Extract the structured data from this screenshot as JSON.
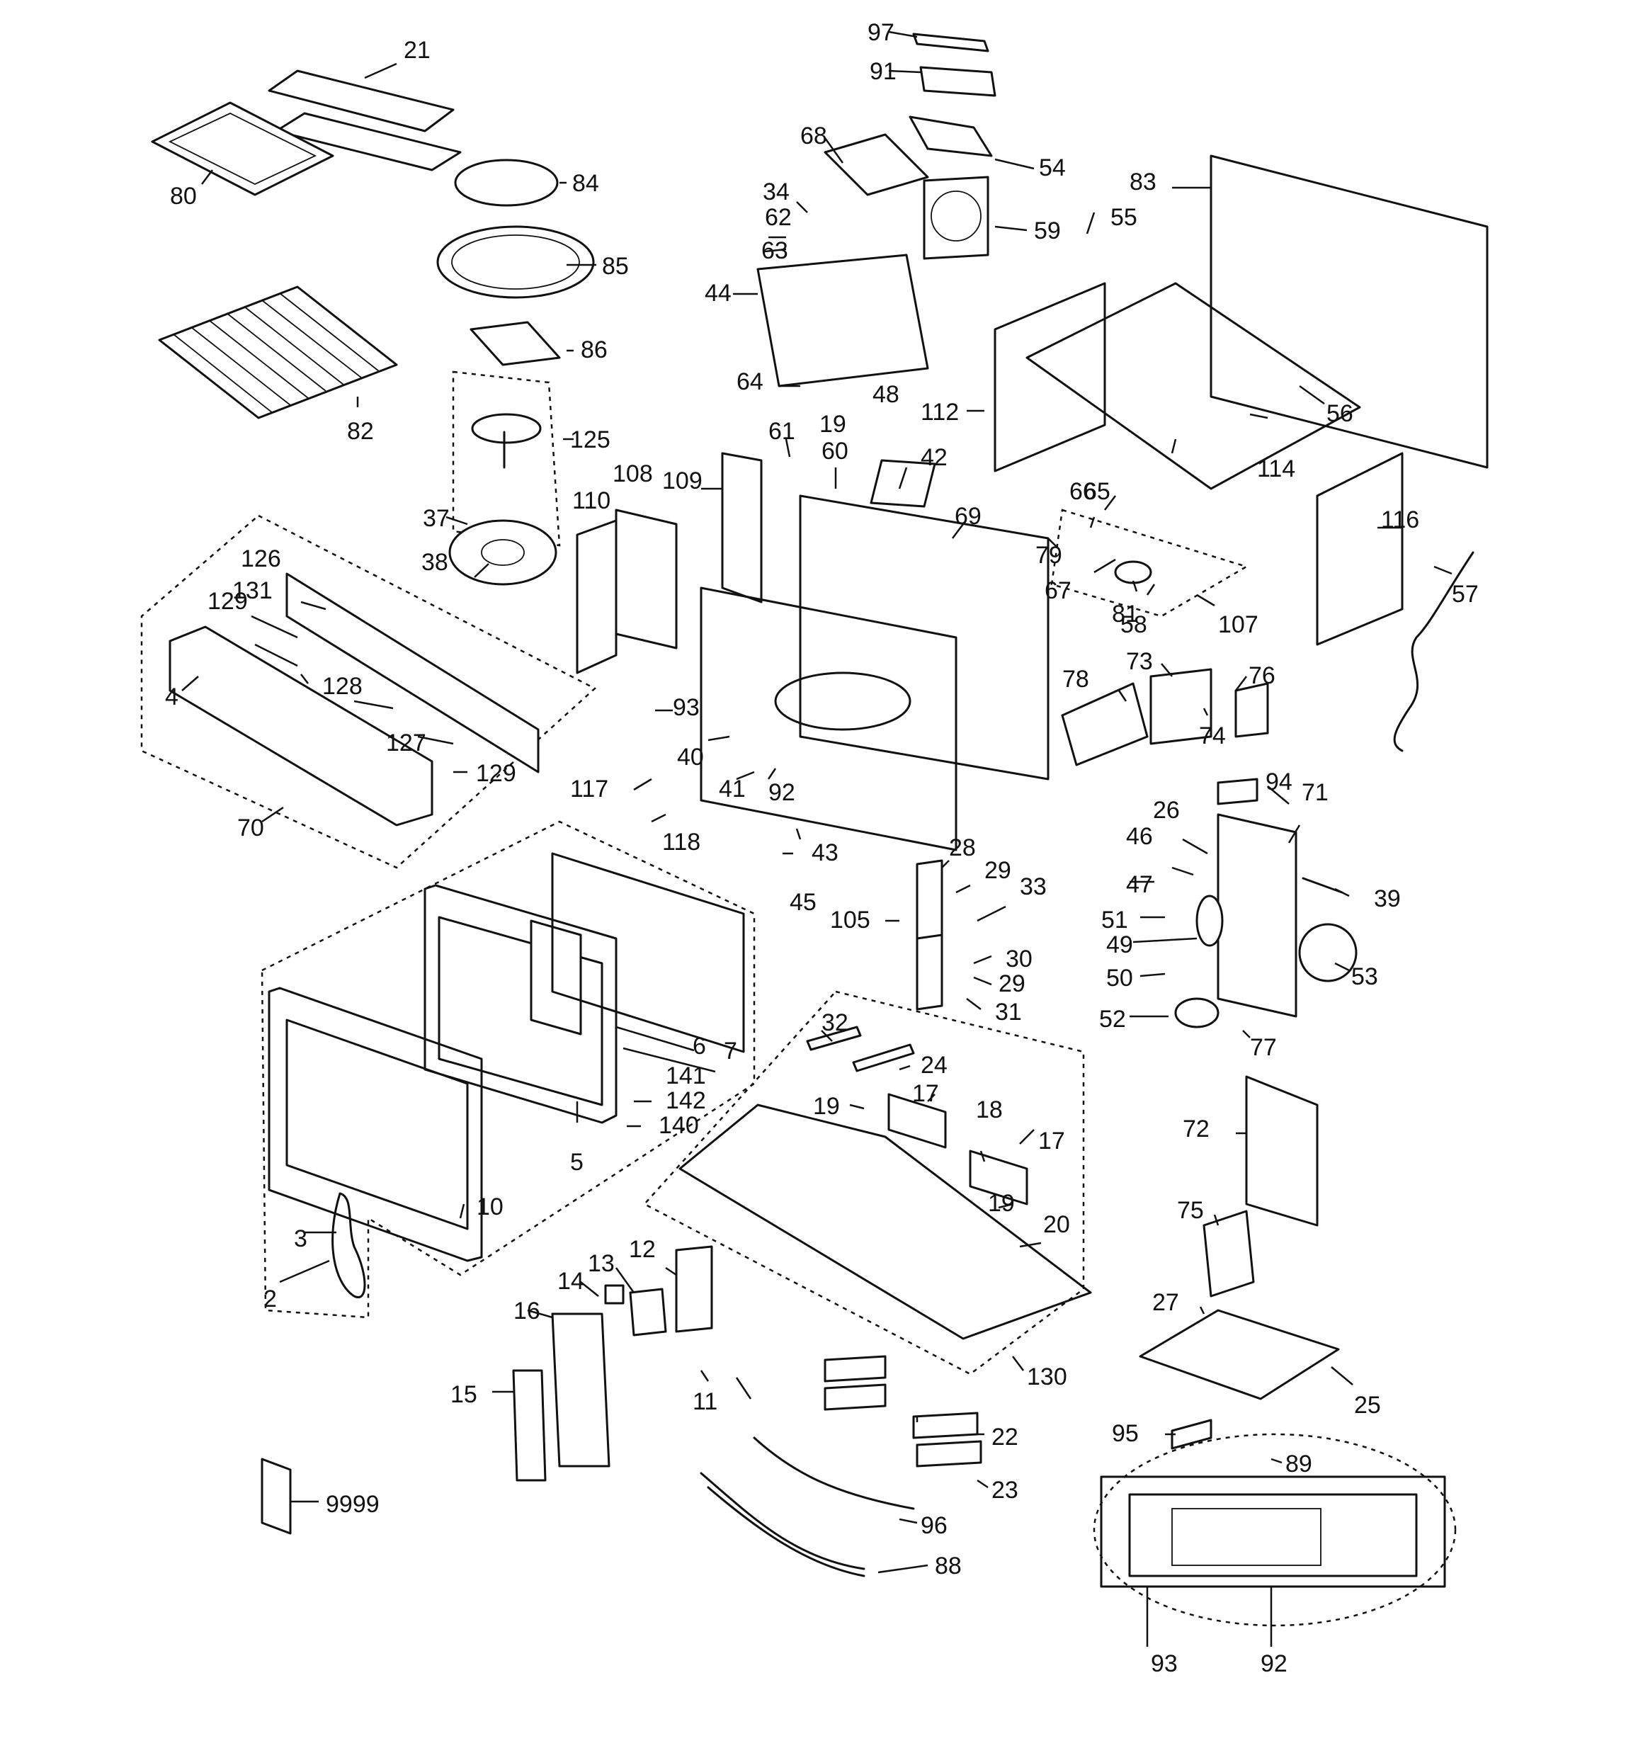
{
  "labels": [
    "2",
    "3",
    "4",
    "5",
    "6",
    "7",
    "10",
    "11",
    "12",
    "13",
    "14",
    "15",
    "16",
    "17",
    "17",
    "18",
    "19",
    "19",
    "19",
    "20",
    "21",
    "22",
    "23",
    "24",
    "25",
    "26",
    "27",
    "28",
    "29",
    "29",
    "30",
    "31",
    "32",
    "33",
    "34",
    "37",
    "38",
    "39",
    "40",
    "41",
    "42",
    "43",
    "44",
    "45",
    "46",
    "47",
    "48",
    "49",
    "50",
    "51",
    "52",
    "53",
    "54",
    "55",
    "56",
    "57",
    "58",
    "59",
    "60",
    "61",
    "62",
    "63",
    "64",
    "65",
    "66",
    "67",
    "68",
    "69",
    "70",
    "71",
    "72",
    "73",
    "74",
    "75",
    "76",
    "77",
    "78",
    "79",
    "80",
    "81",
    "82",
    "83",
    "84",
    "85",
    "86",
    "88",
    "89",
    "91",
    "92",
    "92",
    "93",
    "93",
    "94",
    "95",
    "96",
    "97",
    "105",
    "107",
    "108",
    "109",
    "110",
    "112",
    "114",
    "116",
    "117",
    "118",
    "125",
    "126",
    "127",
    "128",
    "129",
    "129",
    "130",
    "131",
    "140",
    "141",
    "142",
    "9999"
  ]
}
